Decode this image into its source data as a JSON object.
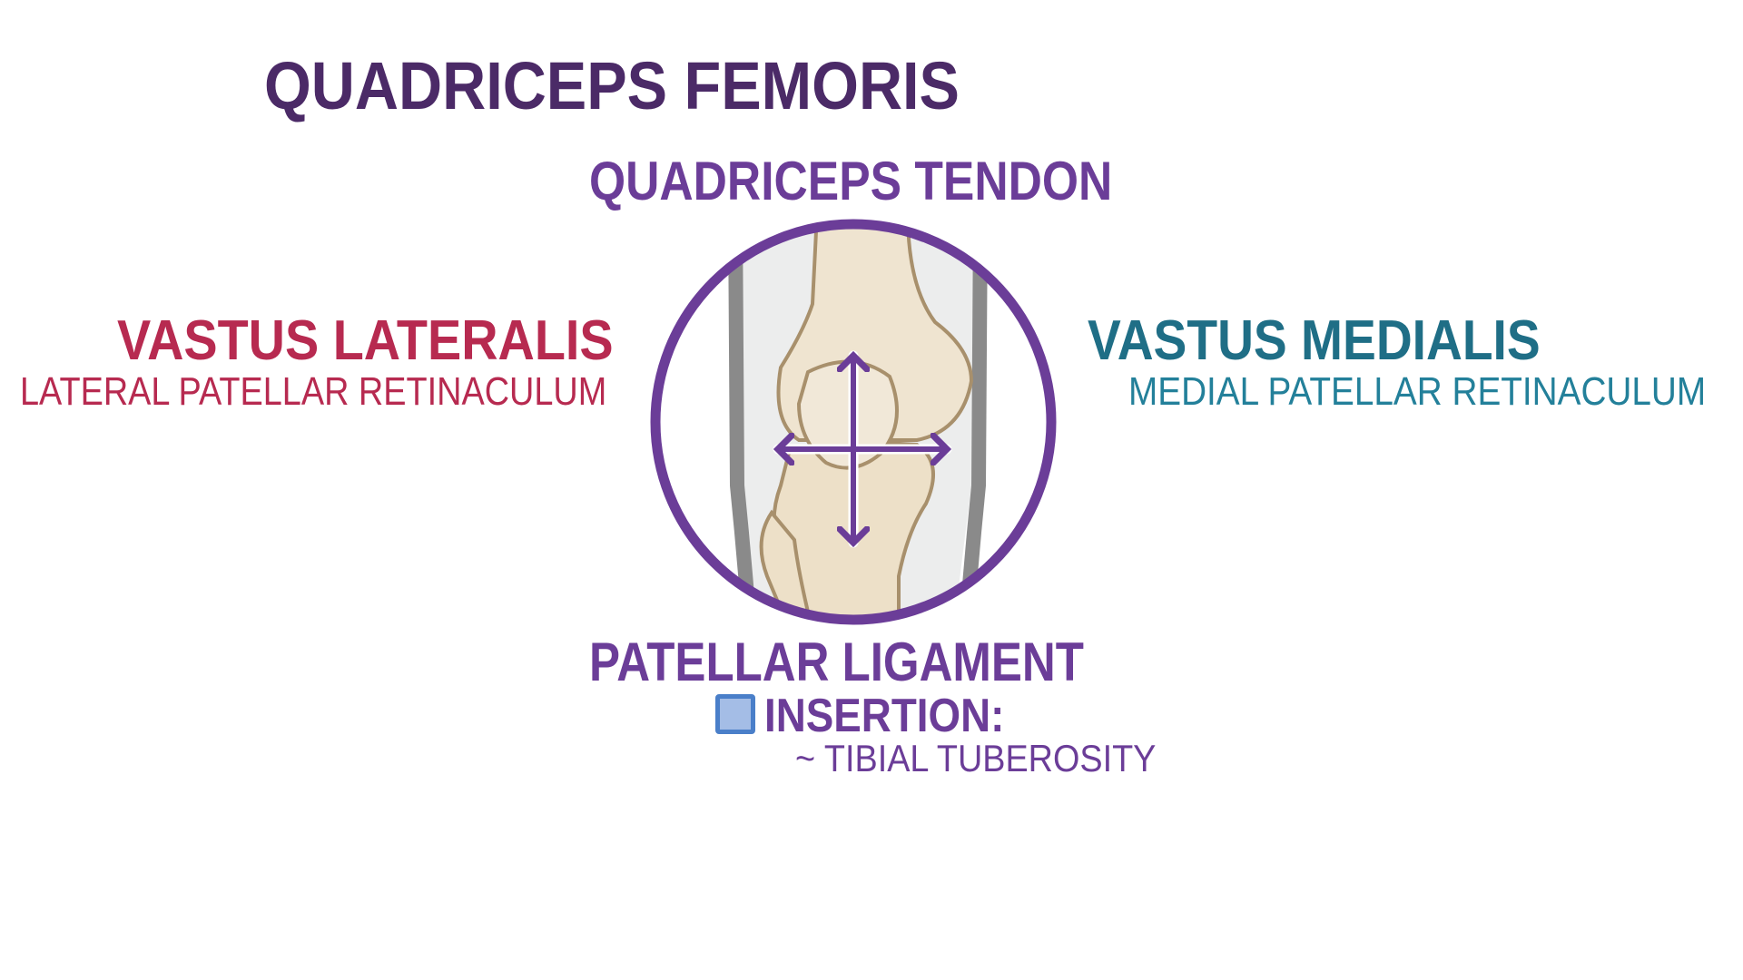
{
  "title": "Quadriceps Femoris",
  "labels": {
    "top": "Quadriceps Tendon",
    "left_main": "Vastus Lateralis",
    "left_sub": "Lateral Patellar Retinaculum",
    "right_main": "Vastus Medialis",
    "right_sub": "Medial Patellar Retinaculum",
    "bottom": "Patellar Ligament",
    "insertion_heading": "Insertion:",
    "insertion_site": "~ Tibial Tuberosity"
  },
  "colors": {
    "title": "#4b2a67",
    "purple": "#6b3d98",
    "lateral": "#b72a50",
    "medial": "#1f6e86",
    "insertion_marker": "#4a7fc9"
  }
}
